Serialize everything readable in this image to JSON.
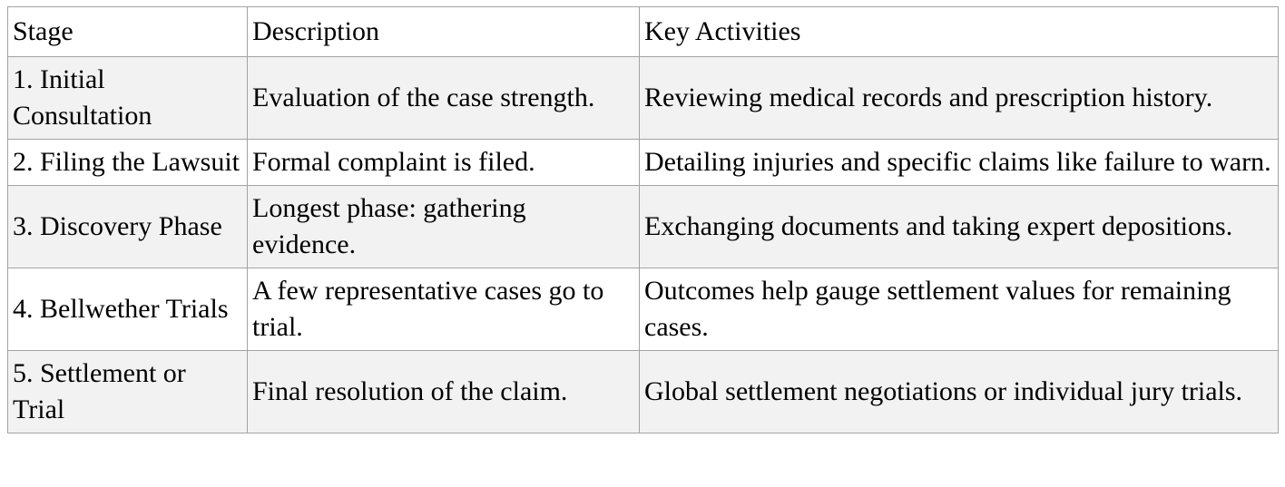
{
  "table": {
    "columns": {
      "stage": "Stage",
      "description": "Description",
      "activities": "Key Activities"
    },
    "rows": [
      {
        "stage": "1. Initial Consultation",
        "description": "Evaluation of the case strength.",
        "activities": "Reviewing medical records and prescription history."
      },
      {
        "stage": "2. Filing the Lawsuit",
        "description": "Formal complaint is filed.",
        "activities": "Detailing injuries and specific claims like failure to warn."
      },
      {
        "stage": "3. Discovery Phase",
        "description": "Longest phase: gathering evidence.",
        "activities": "Exchanging documents and taking expert depositions."
      },
      {
        "stage": "4. Bellwether Trials",
        "description": "A few representative cases go to trial.",
        "activities": "Outcomes help gauge settlement values for remaining cases."
      },
      {
        "stage": "5. Settlement or Trial",
        "description": "Final resolution of the claim.",
        "activities": "Global settlement negotiations or individual jury trials."
      }
    ]
  },
  "colors": {
    "border": "#a3a3a3",
    "row_alt_background": "#f2f2f2",
    "header_background": "#ffffff",
    "text": "#000000"
  }
}
